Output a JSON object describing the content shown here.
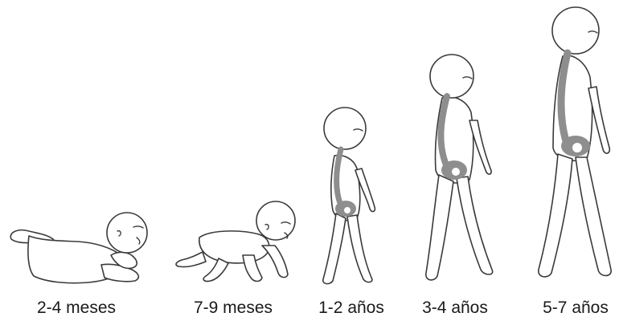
{
  "stages": [
    {
      "label": "2-4 meses"
    },
    {
      "label": "7-9 meses"
    },
    {
      "label": "1-2 años"
    },
    {
      "label": "3-4 años"
    },
    {
      "label": "5-7 años"
    }
  ],
  "colors": {
    "outline": "#3a3a3a",
    "spine_highlight": "#8e8e8e",
    "background": "#ffffff"
  }
}
